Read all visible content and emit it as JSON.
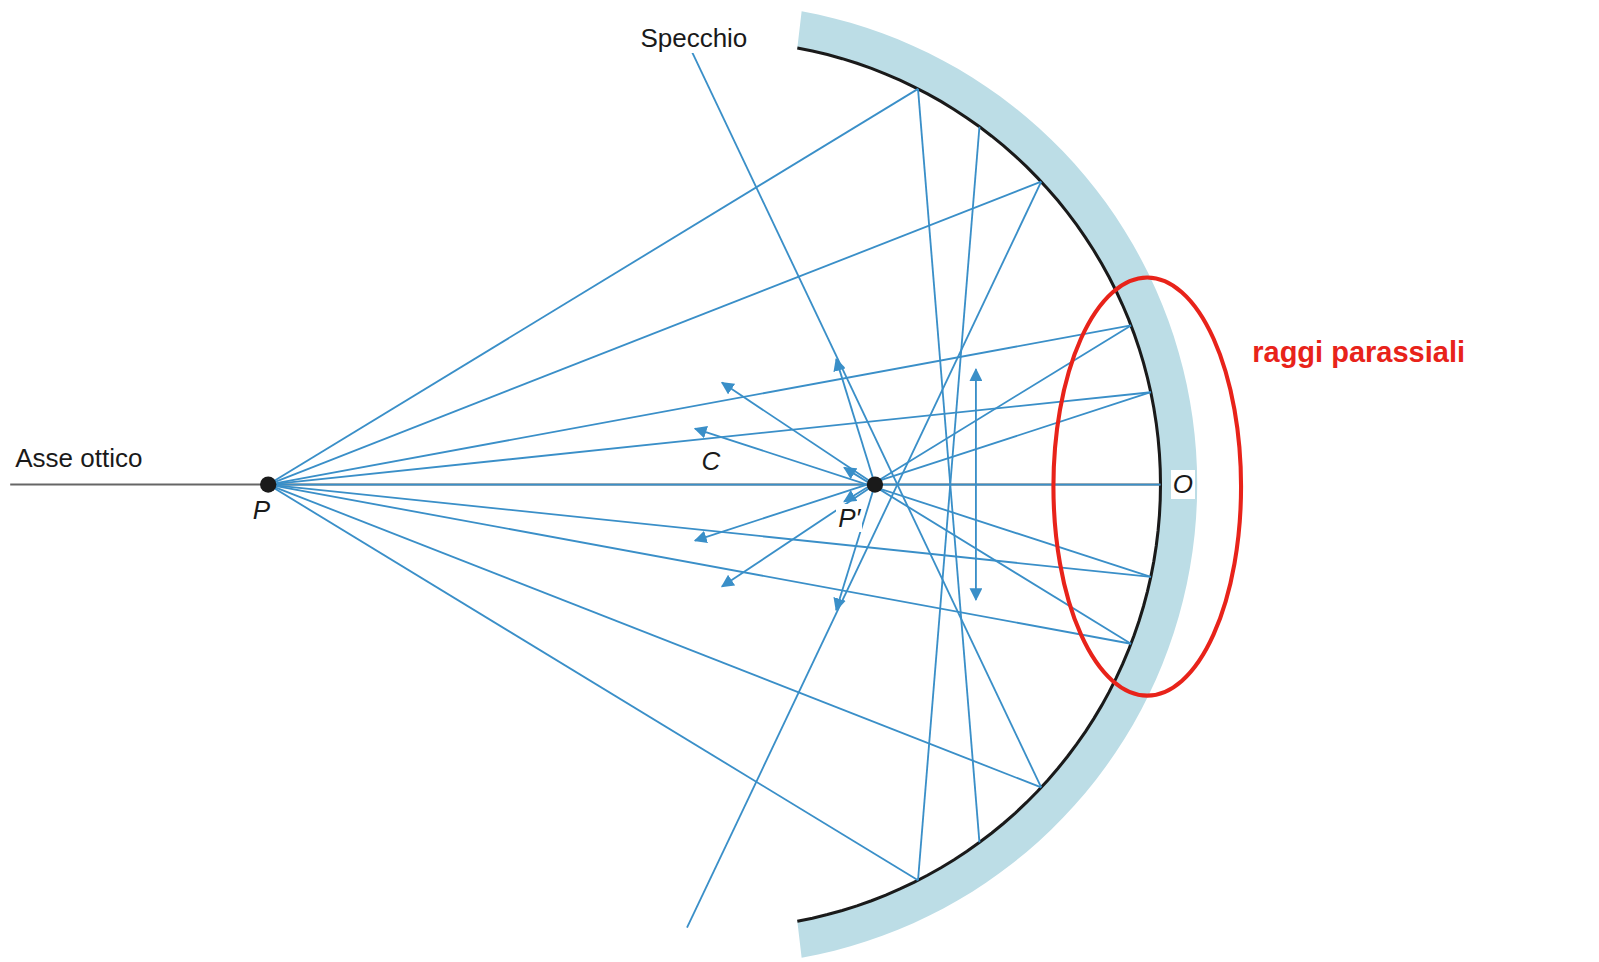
{
  "diagram": {
    "labels": [
      "Specchio",
      "Asse ottico",
      "C",
      "P",
      "P′",
      "O",
      "raggi parassiali"
    ]
  }
}
